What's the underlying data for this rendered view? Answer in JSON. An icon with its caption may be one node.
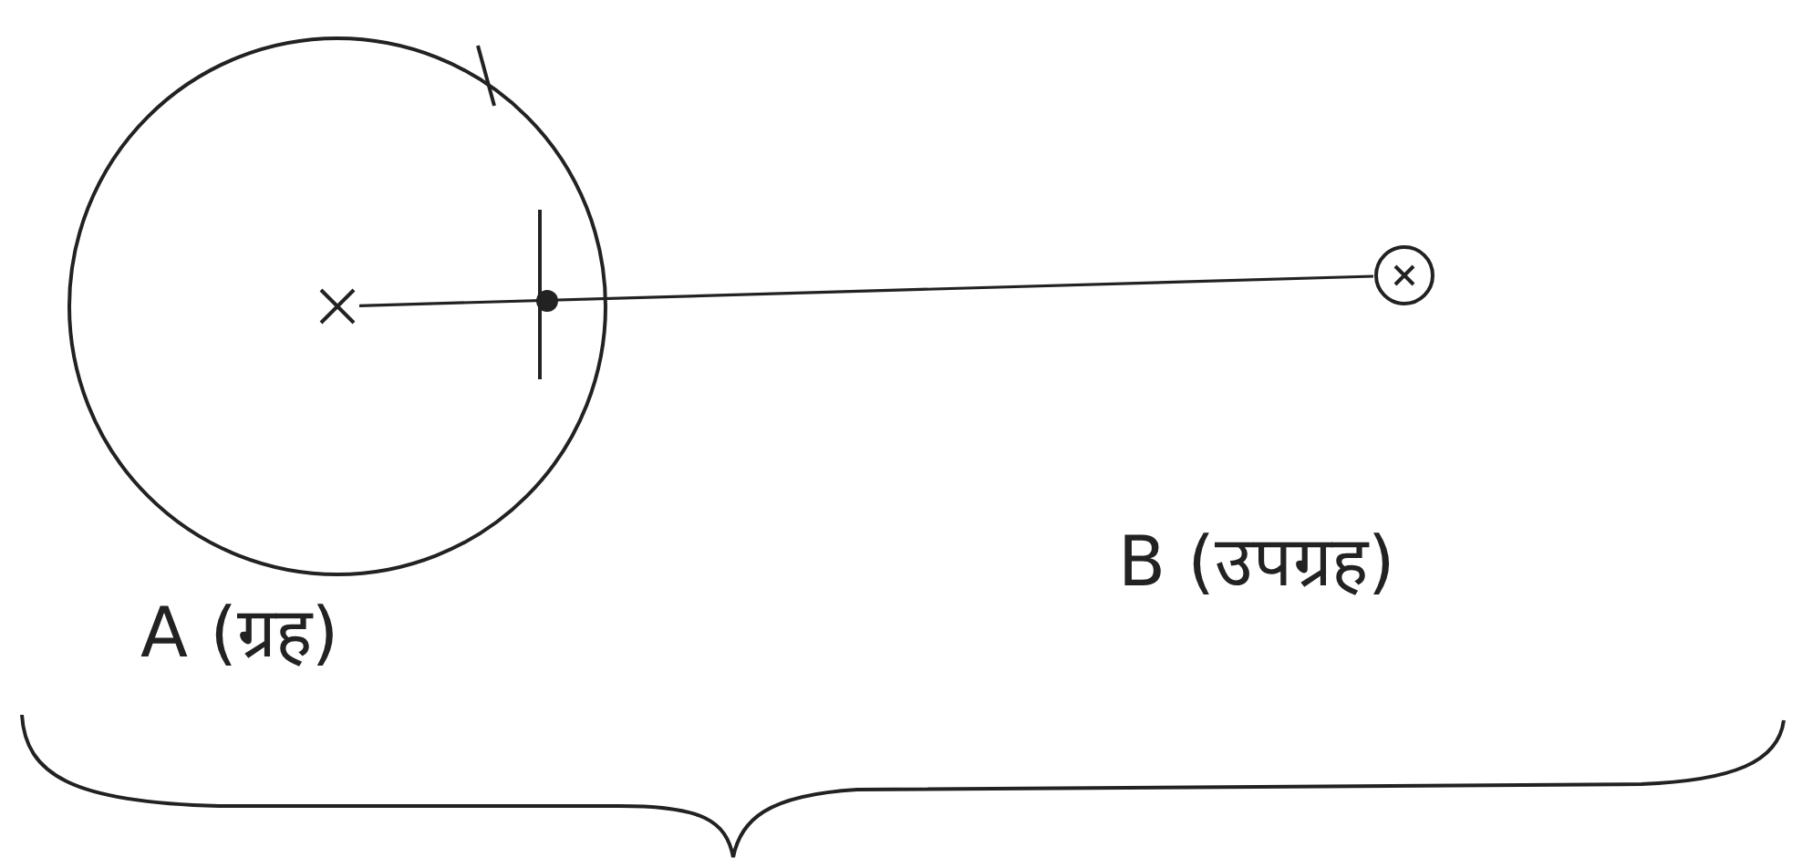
{
  "diagram": {
    "nodes": [
      {
        "text": [
          "A (ग्रह)"
        ]
      },
      {
        "text": [],
        "shape": "cross",
        "in": 0
      },
      {
        "text": [],
        "shape": "circle",
        "beside": [
          "B (उपग्रह)"
        ]
      }
    ],
    "edges": [
      {
        "from": 1,
        "to": 2,
        "arrow": "none"
      }
    ]
  }
}
